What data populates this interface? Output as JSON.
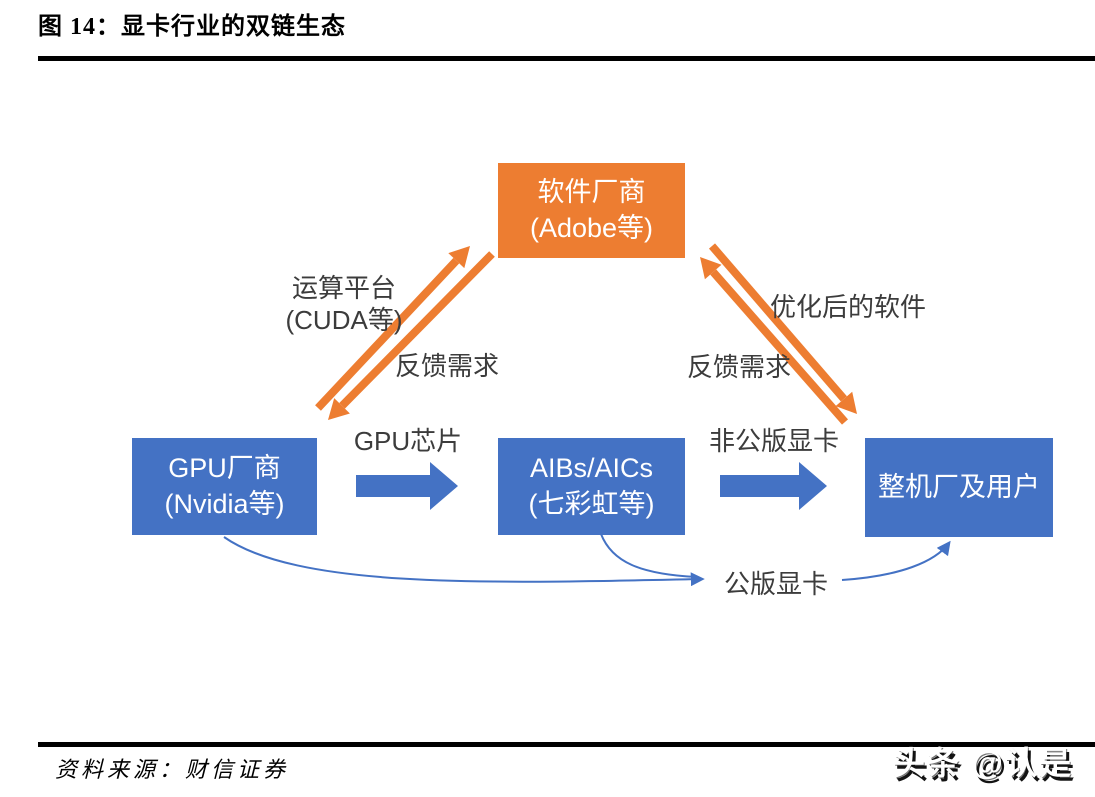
{
  "title": "图 14：显卡行业的双链生态",
  "source": "资料来源：财信证券",
  "watermark": "头条 @认是",
  "colors": {
    "orange": "#ED7D31",
    "blue": "#4472C4",
    "label": "#3C3C3C"
  },
  "boxes": {
    "software": {
      "line1": "软件厂商",
      "line2": "(Adobe等)"
    },
    "gpu": {
      "line1": "GPU厂商",
      "line2": "(Nvidia等)"
    },
    "aib": {
      "line1": "AIBs/AICs",
      "line2": "(七彩虹等)"
    },
    "oem": {
      "line1": "整机厂及用户"
    }
  },
  "labels": {
    "computing_platform_line1": "运算平台",
    "computing_platform_line2": "(CUDA等)",
    "feedback_left": "反馈需求",
    "optimized_software": "优化后的软件",
    "feedback_right": "反馈需求",
    "gpu_chip": "GPU芯片",
    "non_reference_card": "非公版显卡",
    "reference_card": "公版显卡"
  }
}
